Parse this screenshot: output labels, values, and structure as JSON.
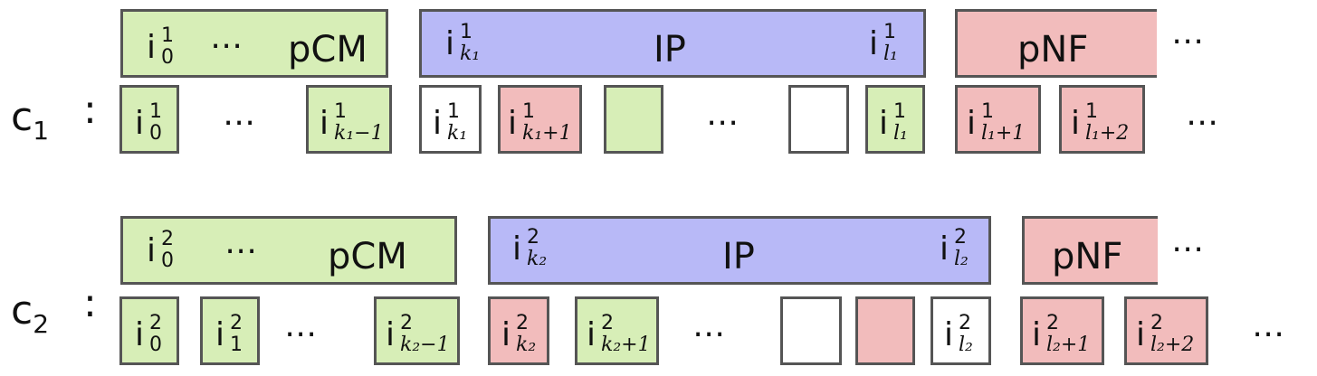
{
  "rows": [
    {
      "label": "c",
      "index": "1",
      "colon": ":",
      "pcm": {
        "sym_base": "i",
        "sym_sup": "1",
        "sym_sub": "0",
        "dots": "⋯",
        "label": "pCM"
      },
      "ip": {
        "start_base": "i",
        "start_sup": "1",
        "start_sub": "k₁",
        "label": "IP",
        "end_base": "i",
        "end_sup": "1",
        "end_sub": "l₁"
      },
      "pnf": {
        "label": "pNF",
        "after": "⋯"
      },
      "cells": [
        {
          "base": "i",
          "sup": "1",
          "sub": "0",
          "color": "green"
        },
        {
          "dots": "⋯"
        },
        {
          "base": "i",
          "sup": "1",
          "sub": "k₁−1",
          "color": "green"
        },
        {
          "base": "i",
          "sup": "1",
          "sub": "k₁",
          "color": "white"
        },
        {
          "base": "i",
          "sup": "1",
          "sub": "k₁+1",
          "color": "red"
        },
        {
          "color": "green"
        },
        {
          "dots": "⋯"
        },
        {
          "color": "white"
        },
        {
          "base": "i",
          "sup": "1",
          "sub": "l₁",
          "color": "green"
        },
        {
          "base": "i",
          "sup": "1",
          "sub": "l₁+1",
          "color": "red"
        },
        {
          "base": "i",
          "sup": "1",
          "sub": "l₁+2",
          "color": "red"
        },
        {
          "dots": "⋯"
        }
      ]
    },
    {
      "label": "c",
      "index": "2",
      "colon": ":",
      "pcm": {
        "sym_base": "i",
        "sym_sup": "2",
        "sym_sub": "0",
        "dots": "⋯",
        "label": "pCM"
      },
      "ip": {
        "start_base": "i",
        "start_sup": "2",
        "start_sub": "k₂",
        "label": "IP",
        "end_base": "i",
        "end_sup": "2",
        "end_sub": "l₂"
      },
      "pnf": {
        "label": "pNF",
        "after": "⋯"
      },
      "cells": [
        {
          "base": "i",
          "sup": "2",
          "sub": "0",
          "color": "green"
        },
        {
          "base": "i",
          "sup": "2",
          "sub": "1",
          "color": "green"
        },
        {
          "dots": "⋯"
        },
        {
          "base": "i",
          "sup": "2",
          "sub": "k₂−1",
          "color": "green"
        },
        {
          "base": "i",
          "sup": "2",
          "sub": "k₂",
          "color": "red"
        },
        {
          "base": "i",
          "sup": "2",
          "sub": "k₂+1",
          "color": "green"
        },
        {
          "dots": "⋯"
        },
        {
          "color": "white"
        },
        {
          "color": "red"
        },
        {
          "base": "i",
          "sup": "2",
          "sub": "l₂",
          "color": "white"
        },
        {
          "base": "i",
          "sup": "2",
          "sub": "l₂+1",
          "color": "red"
        },
        {
          "base": "i",
          "sup": "2",
          "sub": "l₂+2",
          "color": "red"
        },
        {
          "dots": "⋯"
        }
      ]
    }
  ],
  "colors": {
    "green": "#d7eeb7",
    "blue": "#b8b9f7",
    "red": "#f2bcbc",
    "white": "#ffffff",
    "border": "#555555"
  }
}
